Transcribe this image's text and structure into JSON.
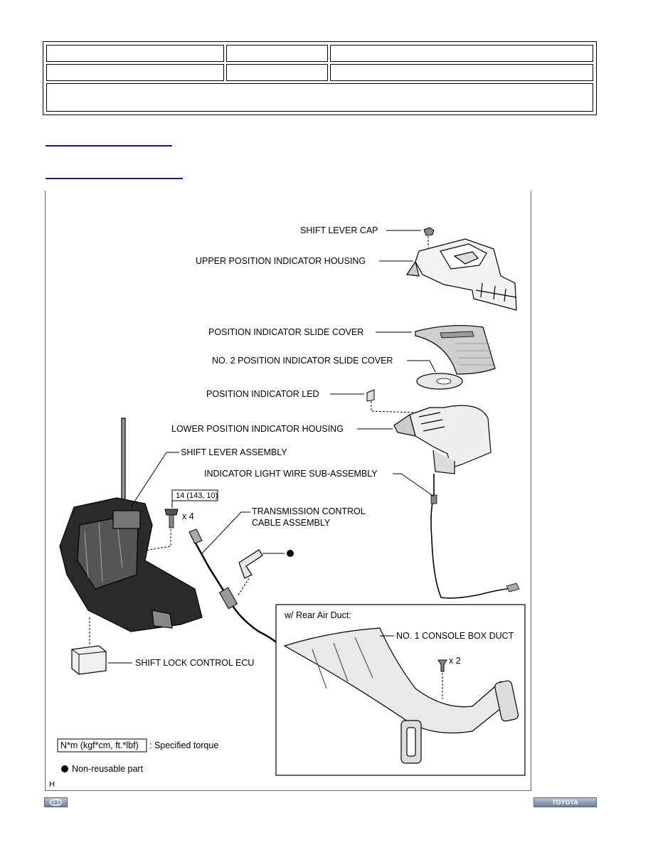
{
  "header_table": {
    "rows": [
      [
        "",
        "",
        ""
      ],
      [
        "",
        "",
        ""
      ],
      [
        ""
      ]
    ]
  },
  "nav_links": [
    "",
    ""
  ],
  "figure": {
    "callouts": {
      "shift_lever_cap": "SHIFT LEVER CAP",
      "upper_housing": "UPPER POSITION INDICATOR HOUSING",
      "slide_cover": "POSITION INDICATOR SLIDE COVER",
      "no2_slide_cover": "NO. 2 POSITION INDICATOR SLIDE COVER",
      "indicator_led": "POSITION INDICATOR LED",
      "lower_housing": "LOWER POSITION INDICATOR HOUSING",
      "shift_lever_assembly": "SHIFT LEVER ASSEMBLY",
      "wire_sub_assembly": "INDICATOR LIGHT WIRE SUB-ASSEMBLY",
      "torque_spec": "14 (143, 10)",
      "bolt_qty": "x 4",
      "cable_line1": "TRANSMISSION CONTROL",
      "cable_line2": "CABLE ASSEMBLY",
      "shift_lock_ecu": "SHIFT LOCK CONTROL ECU",
      "inset_title": "w/ Rear Air Duct:",
      "console_box_duct": "NO. 1 CONSOLE BOX DUCT",
      "clip_qty": "x 2"
    },
    "legend": {
      "torque_box": "N*m (kgf*cm, ft.*lbf)",
      "torque_text": ": Specified torque",
      "nonreusable_text": "Non-reusable part"
    },
    "corner_letter": "H"
  },
  "footer": {
    "right_logo": "TOYOTA"
  }
}
